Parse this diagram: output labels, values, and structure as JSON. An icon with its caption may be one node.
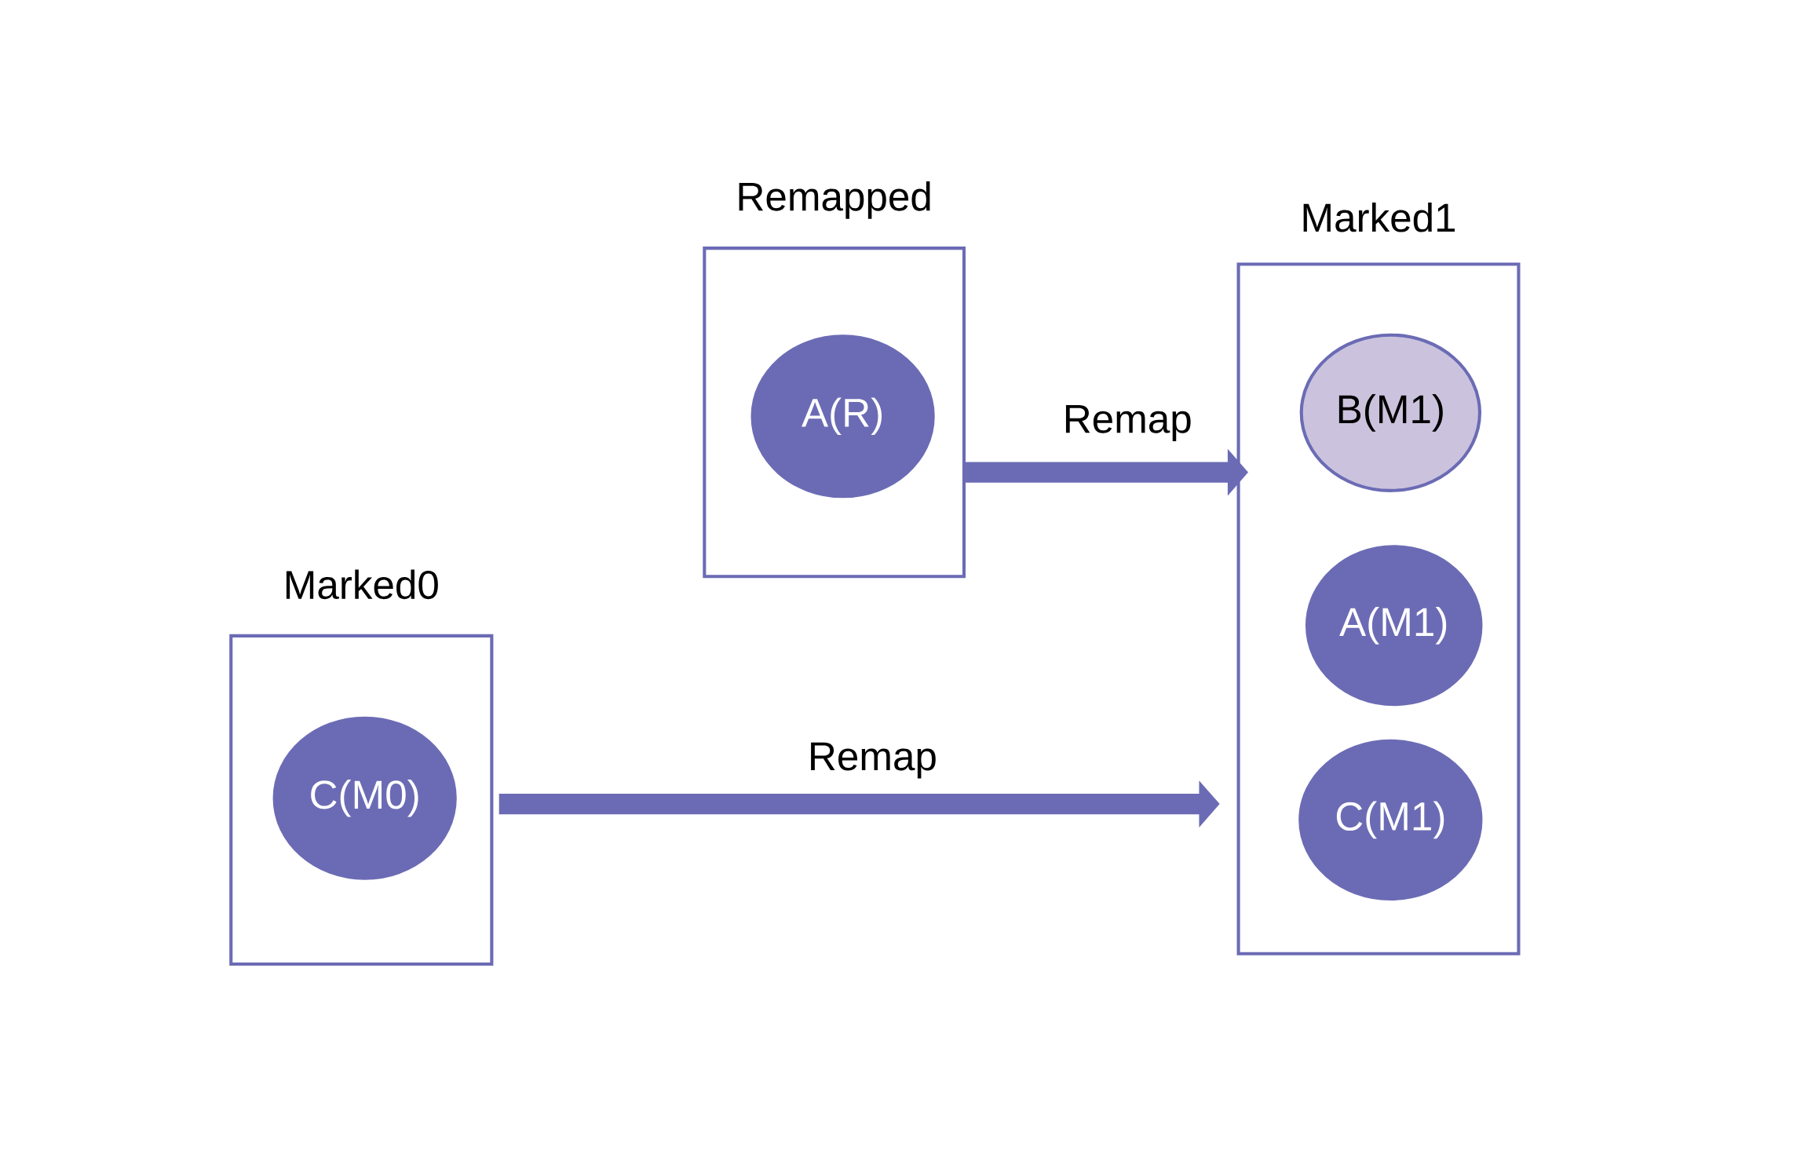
{
  "diagram": {
    "nodes": [
      {
        "text": [
          "Remapped"
        ]
      },
      {
        "text": [
          "A(R)"
        ],
        "in": 0
      },
      {
        "text": [
          "Marked1"
        ]
      },
      {
        "text": [
          "B(M1)"
        ],
        "in": 2
      },
      {
        "text": [
          "A(M1)"
        ],
        "in": 2
      },
      {
        "text": [
          "C(M1)"
        ],
        "in": 2
      },
      {
        "text": [
          "Marked0"
        ]
      },
      {
        "text": [
          "C(M0)"
        ],
        "in": 6
      }
    ],
    "edges": [
      {
        "from": 0,
        "to": 2,
        "arrow": "to",
        "label": "Remap"
      },
      {
        "from": 6,
        "to": 2,
        "arrow": "to",
        "label": "Remap"
      }
    ]
  }
}
